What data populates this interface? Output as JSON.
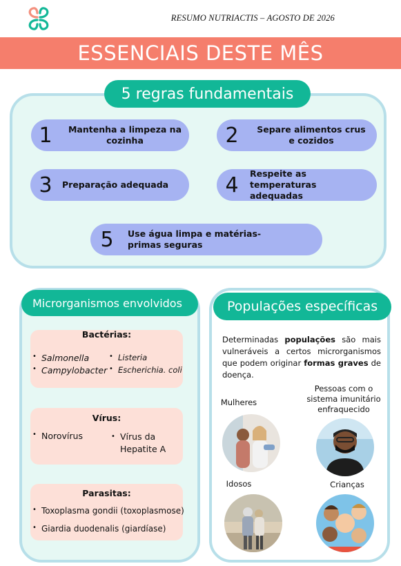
{
  "header": {
    "doc_title": "RESUMO NUTRIACTIS – AGOSTO DE 2026",
    "logo_icon": "clover-cross-logo-icon"
  },
  "banner": {
    "title": "ESSENCIAIS DESTE MÊS",
    "color": "#f57e6c"
  },
  "rules": {
    "title": "5 regras fundamentais",
    "items": [
      {
        "num": "1",
        "text": "Mantenha a limpeza na cozinha"
      },
      {
        "num": "2",
        "text": "Separe alimentos crus e cozidos"
      },
      {
        "num": "3",
        "text": "Preparação adequada"
      },
      {
        "num": "4",
        "text": "Respeite as temperaturas adequadas"
      },
      {
        "num": "5",
        "text": "Use água limpa e matérias-primas seguras"
      }
    ]
  },
  "micro": {
    "title": "Microrganismos envolvidos",
    "bacteria": {
      "title": "Bactérias:",
      "items": [
        "Salmonella",
        "Campylobacter",
        "Listeria",
        "Escherichia. coli"
      ]
    },
    "virus": {
      "title": "Vírus:",
      "items": [
        "Norovírus",
        "Vírus da Hepatite A"
      ]
    },
    "parasites": {
      "title": "Parasitas:",
      "items": [
        "Toxoplasma gondii (toxoplasmose)",
        "Giardia duodenalis (giardíase)"
      ]
    }
  },
  "populations": {
    "title": "Populações específicas",
    "intro": {
      "p1": "Determinadas ",
      "b1": "populações",
      "p2": " são mais vulneráveis a certos microrganismos que podem originar ",
      "b2": "formas graves",
      "p3": " de doença."
    },
    "groups": {
      "women": "Mulheres",
      "immuno": "Pessoas com o sistema imunitário enfraquecido",
      "elderly": "Idosos",
      "children": "Crianças"
    }
  },
  "colors": {
    "accent_teal": "#12b797",
    "panel_bg": "#e6f8f4",
    "panel_border": "#b7dfe9",
    "rule_pill": "#a6b3f2",
    "pink_box": "#fde0d8"
  }
}
